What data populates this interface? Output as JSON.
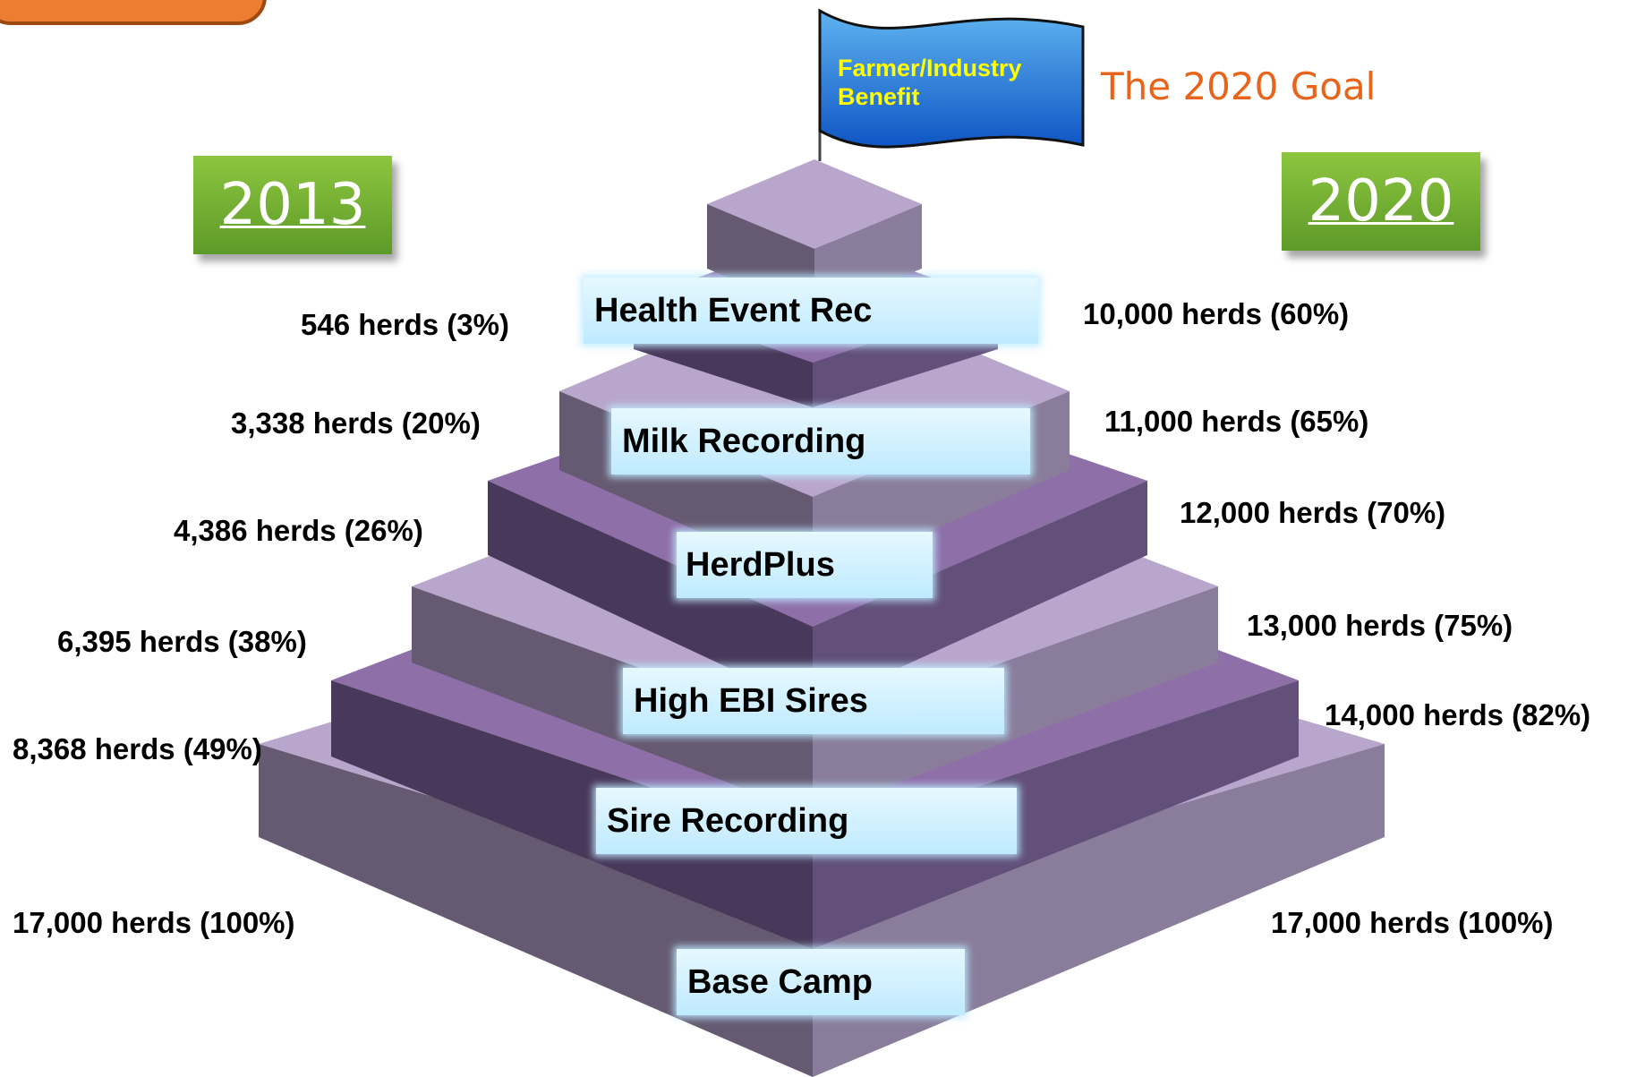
{
  "flag": {
    "label_line1": "Farmer/Industry",
    "label_line2": "Benefit"
  },
  "goal_text": "The 2020 Goal",
  "year_left": "2013",
  "year_right": "2020",
  "levels": [
    {
      "label": "Health Event Rec",
      "left_2013": "546 herds (3%)",
      "right_2020": "10,000 herds (60%)"
    },
    {
      "label": "Milk Recording",
      "left_2013": "3,338 herds (20%)",
      "right_2020": "11,000 herds (65%)"
    },
    {
      "label": "HerdPlus",
      "left_2013": "4,386 herds (26%)",
      "right_2020": "12,000 herds (70%)"
    },
    {
      "label": "High EBI Sires",
      "left_2013": "6,395 herds (38%)",
      "right_2020": "13,000 herds (75%)"
    },
    {
      "label": "Sire Recording",
      "left_2013": "8,368 herds (49%)",
      "right_2020": "14,000 herds (82%)"
    },
    {
      "label": "Base Camp",
      "left_2013": "17,000 herds (100%)",
      "right_2020": "17,000 herds (100%)"
    }
  ],
  "colors": {
    "light_top": "#b9a6cc",
    "light_left": "#655a72",
    "light_right": "#897d9b",
    "dark_top": "#8e6fa8",
    "dark_left": "#483859",
    "dark_right": "#62507b",
    "year_box": "#6fae30",
    "goal_text": "#e8641b",
    "flag": "#1f6fd1",
    "flag_text": "#ffff00"
  }
}
